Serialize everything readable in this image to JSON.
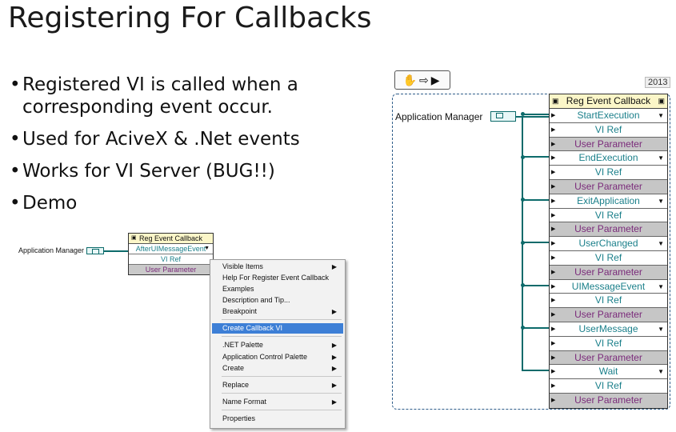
{
  "slide": {
    "title": "Registering For Callbacks",
    "bullets": [
      "Registered VI is called when a corresponding event occur.",
      "Used for AciveX & .Net events",
      "Works for VI Server (BUG!!)",
      "Demo"
    ]
  },
  "small_node": {
    "source_label": "Application Manager",
    "header": "Reg Event Callback",
    "event": "AfterUIMessageEvent",
    "vi_ref": "VI Ref",
    "user_param": "User Parameter"
  },
  "context_menu": {
    "items": [
      {
        "label": "Visible Items",
        "submenu": true
      },
      {
        "label": "Help For Register Event Callback",
        "submenu": false
      },
      {
        "label": "Examples",
        "submenu": false
      },
      {
        "label": "Description and Tip...",
        "submenu": false
      },
      {
        "label": "Breakpoint",
        "submenu": true
      },
      {
        "label": "Create Callback VI",
        "submenu": false,
        "selected": true
      },
      {
        "label": ".NET Palette",
        "submenu": true
      },
      {
        "label": "Application Control Palette",
        "submenu": true
      },
      {
        "label": "Create",
        "submenu": true
      },
      {
        "label": "Replace",
        "submenu": true
      },
      {
        "label": "Name Format",
        "submenu": true
      },
      {
        "label": "Properties",
        "submenu": false
      }
    ],
    "submenu_glyph": "▶"
  },
  "big_diagram": {
    "toolbar_glyphs": "✋⇨▶",
    "version": "2013",
    "source_label": "Application Manager",
    "header": "Reg Event Callback",
    "events": [
      "StartExecution",
      "EndExecution",
      "ExitApplication",
      "UserChanged",
      "UIMessageEvent",
      "UserMessage",
      "Wait"
    ],
    "vi_ref": "VI Ref",
    "user_param": "User Parameter",
    "dropdown_glyph": "▼",
    "input_glyph": "▶"
  },
  "colors": {
    "wire": "#0d6b6b",
    "header_bg": "#fbf6c8",
    "teal_text": "#1a7f8a",
    "user_param_text": "#7a2a7a",
    "menu_selected": "#3d7fd6",
    "panel_border": "#2e5d8a"
  }
}
